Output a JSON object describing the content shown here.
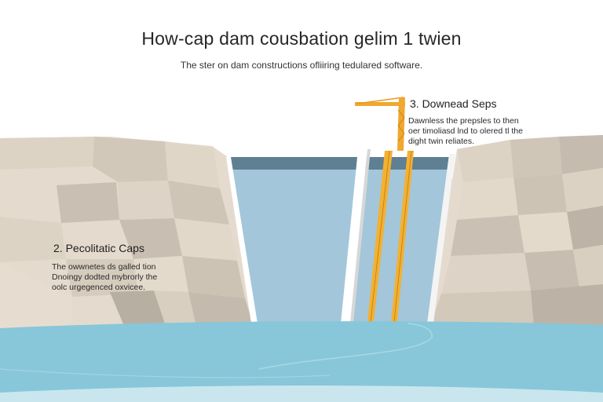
{
  "header": {
    "title": "How-cap dam cousbation gelim 1 twien",
    "subtitle": "The ster on dam constructions ofliiring tedulared software."
  },
  "step2": {
    "heading": "2. Pecolitatic Caps",
    "lines": [
      "The owwnetes ds galled tion",
      "Dnoingy dodted mybrorly the",
      "oolc urgegenced oxvicee."
    ]
  },
  "step3": {
    "heading": "3. Downead Seps",
    "lines": [
      "Dawnless the prepsles to then",
      "oer timoliasd lnd to olered tl the",
      "dight twin reliates."
    ]
  },
  "colors": {
    "crane": "#f0a830",
    "reservoir": "#9dc3d8",
    "river": "#86c6d8",
    "rock_light": "#e6ddd0",
    "rock_dark": "#c4bbaf"
  }
}
